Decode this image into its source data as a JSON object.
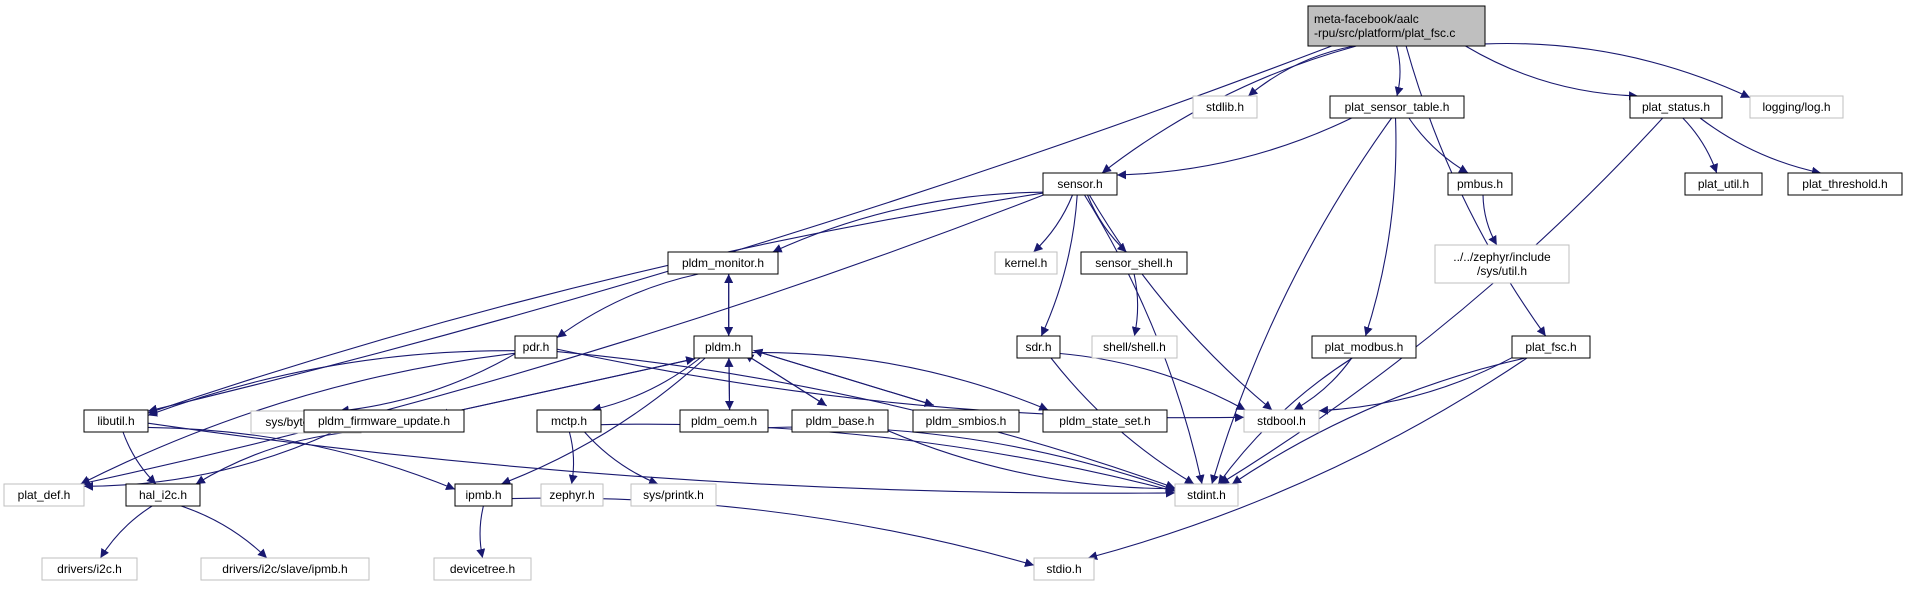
{
  "colors": {
    "edge": "#191970",
    "internal_border": "#000000",
    "external_border": "#bfbfbf",
    "root_fill": "#bfbfbf",
    "node_fill": "#ffffff"
  },
  "nodes": [
    {
      "id": "root",
      "lines": [
        "meta-facebook/aalc",
        "-rpu/src/platform/plat_fsc.c"
      ],
      "kind": "root"
    },
    {
      "id": "stdlib",
      "lines": [
        "stdlib.h"
      ],
      "kind": "external"
    },
    {
      "id": "plat_sensor_table",
      "lines": [
        "plat_sensor_table.h"
      ],
      "kind": "internal"
    },
    {
      "id": "plat_status",
      "lines": [
        "plat_status.h"
      ],
      "kind": "internal"
    },
    {
      "id": "logging_log",
      "lines": [
        "logging/log.h"
      ],
      "kind": "external"
    },
    {
      "id": "sensor",
      "lines": [
        "sensor.h"
      ],
      "kind": "internal"
    },
    {
      "id": "pmbus",
      "lines": [
        "pmbus.h"
      ],
      "kind": "internal"
    },
    {
      "id": "plat_util",
      "lines": [
        "plat_util.h"
      ],
      "kind": "internal"
    },
    {
      "id": "plat_threshold",
      "lines": [
        "plat_threshold.h"
      ],
      "kind": "internal"
    },
    {
      "id": "pldm_monitor",
      "lines": [
        "pldm_monitor.h"
      ],
      "kind": "internal"
    },
    {
      "id": "kernel",
      "lines": [
        "kernel.h"
      ],
      "kind": "external"
    },
    {
      "id": "sensor_shell",
      "lines": [
        "sensor_shell.h"
      ],
      "kind": "internal"
    },
    {
      "id": "zephyr_sys_util",
      "lines": [
        "../../zephyr/include",
        "/sys/util.h"
      ],
      "kind": "external"
    },
    {
      "id": "shell",
      "lines": [
        "shell/shell.h"
      ],
      "kind": "external"
    },
    {
      "id": "pdr",
      "lines": [
        "pdr.h"
      ],
      "kind": "internal"
    },
    {
      "id": "pldm",
      "lines": [
        "pldm.h"
      ],
      "kind": "internal"
    },
    {
      "id": "sdr",
      "lines": [
        "sdr.h"
      ],
      "kind": "internal"
    },
    {
      "id": "plat_modbus",
      "lines": [
        "plat_modbus.h"
      ],
      "kind": "internal"
    },
    {
      "id": "plat_fsc_h",
      "lines": [
        "plat_fsc.h"
      ],
      "kind": "internal"
    },
    {
      "id": "libutil",
      "lines": [
        "libutil.h"
      ],
      "kind": "internal"
    },
    {
      "id": "sys_byteorder",
      "lines": [
        "sys/byteorder.h"
      ],
      "kind": "external"
    },
    {
      "id": "pldm_firmware_update",
      "lines": [
        "pldm_firmware_update.h"
      ],
      "kind": "internal"
    },
    {
      "id": "mctp",
      "lines": [
        "mctp.h"
      ],
      "kind": "internal"
    },
    {
      "id": "pldm_oem",
      "lines": [
        "pldm_oem.h"
      ],
      "kind": "internal"
    },
    {
      "id": "pldm_base",
      "lines": [
        "pldm_base.h"
      ],
      "kind": "internal"
    },
    {
      "id": "pldm_smbios",
      "lines": [
        "pldm_smbios.h"
      ],
      "kind": "internal"
    },
    {
      "id": "pldm_state_set",
      "lines": [
        "pldm_state_set.h"
      ],
      "kind": "internal"
    },
    {
      "id": "stdbool",
      "lines": [
        "stdbool.h"
      ],
      "kind": "external"
    },
    {
      "id": "plat_def",
      "lines": [
        "plat_def.h"
      ],
      "kind": "external"
    },
    {
      "id": "hal_i2c",
      "lines": [
        "hal_i2c.h"
      ],
      "kind": "internal"
    },
    {
      "id": "ipmb",
      "lines": [
        "ipmb.h"
      ],
      "kind": "internal"
    },
    {
      "id": "zephyr_h",
      "lines": [
        "zephyr.h"
      ],
      "kind": "external"
    },
    {
      "id": "sys_printk",
      "lines": [
        "sys/printk.h"
      ],
      "kind": "external"
    },
    {
      "id": "stdint",
      "lines": [
        "stdint.h"
      ],
      "kind": "external"
    },
    {
      "id": "drivers_i2c",
      "lines": [
        "drivers/i2c.h"
      ],
      "kind": "external"
    },
    {
      "id": "drivers_i2c_slave_ipmb",
      "lines": [
        "drivers/i2c/slave/ipmb.h"
      ],
      "kind": "external"
    },
    {
      "id": "devicetree",
      "lines": [
        "devicetree.h"
      ],
      "kind": "external"
    },
    {
      "id": "stdio",
      "lines": [
        "stdio.h"
      ],
      "kind": "external"
    }
  ],
  "edges": [
    [
      "root",
      "stdlib"
    ],
    [
      "root",
      "plat_sensor_table"
    ],
    [
      "root",
      "plat_status"
    ],
    [
      "root",
      "logging_log"
    ],
    [
      "root",
      "sensor"
    ],
    [
      "root",
      "libutil"
    ],
    [
      "root",
      "plat_fsc_h"
    ],
    [
      "plat_sensor_table",
      "sensor"
    ],
    [
      "plat_sensor_table",
      "pmbus"
    ],
    [
      "plat_sensor_table",
      "plat_modbus"
    ],
    [
      "plat_sensor_table",
      "stdint"
    ],
    [
      "plat_status",
      "plat_util"
    ],
    [
      "plat_status",
      "plat_threshold"
    ],
    [
      "plat_status",
      "stdint"
    ],
    [
      "sensor",
      "pldm_monitor"
    ],
    [
      "sensor",
      "kernel"
    ],
    [
      "sensor",
      "sensor_shell"
    ],
    [
      "sensor",
      "sdr"
    ],
    [
      "sensor",
      "stdbool"
    ],
    [
      "sensor",
      "stdint"
    ],
    [
      "sensor",
      "libutil"
    ],
    [
      "sensor",
      "plat_def"
    ],
    [
      "pmbus",
      "zephyr_sys_util"
    ],
    [
      "sensor_shell",
      "shell"
    ],
    [
      "pldm_monitor",
      "pdr"
    ],
    [
      "pldm_monitor",
      "pldm"
    ],
    [
      "pldm",
      "pldm_monitor"
    ],
    [
      "pldm",
      "mctp"
    ],
    [
      "pldm",
      "pldm_oem"
    ],
    [
      "pldm",
      "pldm_base"
    ],
    [
      "pldm",
      "pldm_smbios"
    ],
    [
      "pldm",
      "pldm_state_set"
    ],
    [
      "pldm",
      "pldm_firmware_update"
    ],
    [
      "pldm",
      "ipmb"
    ],
    [
      "pdr",
      "libutil"
    ],
    [
      "pdr",
      "sys_byteorder"
    ],
    [
      "pdr",
      "plat_def"
    ],
    [
      "pdr",
      "stdint"
    ],
    [
      "pdr",
      "stdbool"
    ],
    [
      "pldm_oem",
      "pldm"
    ],
    [
      "pldm_base",
      "pldm"
    ],
    [
      "pldm_smbios",
      "pldm"
    ],
    [
      "pldm_firmware_update",
      "pldm"
    ],
    [
      "pldm_oem",
      "stdint"
    ],
    [
      "pldm_base",
      "stdint"
    ],
    [
      "sdr",
      "stdbool"
    ],
    [
      "sdr",
      "stdint"
    ],
    [
      "plat_modbus",
      "stdbool"
    ],
    [
      "plat_modbus",
      "stdint"
    ],
    [
      "plat_fsc_h",
      "stdbool"
    ],
    [
      "plat_fsc_h",
      "stdint"
    ],
    [
      "plat_fsc_h",
      "stdio"
    ],
    [
      "libutil",
      "hal_i2c"
    ],
    [
      "libutil",
      "ipmb"
    ],
    [
      "libutil",
      "stdint"
    ],
    [
      "pldm_firmware_update",
      "plat_def"
    ],
    [
      "pldm_firmware_update",
      "hal_i2c"
    ],
    [
      "mctp",
      "zephyr_h"
    ],
    [
      "mctp",
      "sys_printk"
    ],
    [
      "mctp",
      "stdint"
    ],
    [
      "hal_i2c",
      "drivers_i2c"
    ],
    [
      "hal_i2c",
      "drivers_i2c_slave_ipmb"
    ],
    [
      "ipmb",
      "devicetree"
    ],
    [
      "ipmb",
      "stdio"
    ]
  ]
}
